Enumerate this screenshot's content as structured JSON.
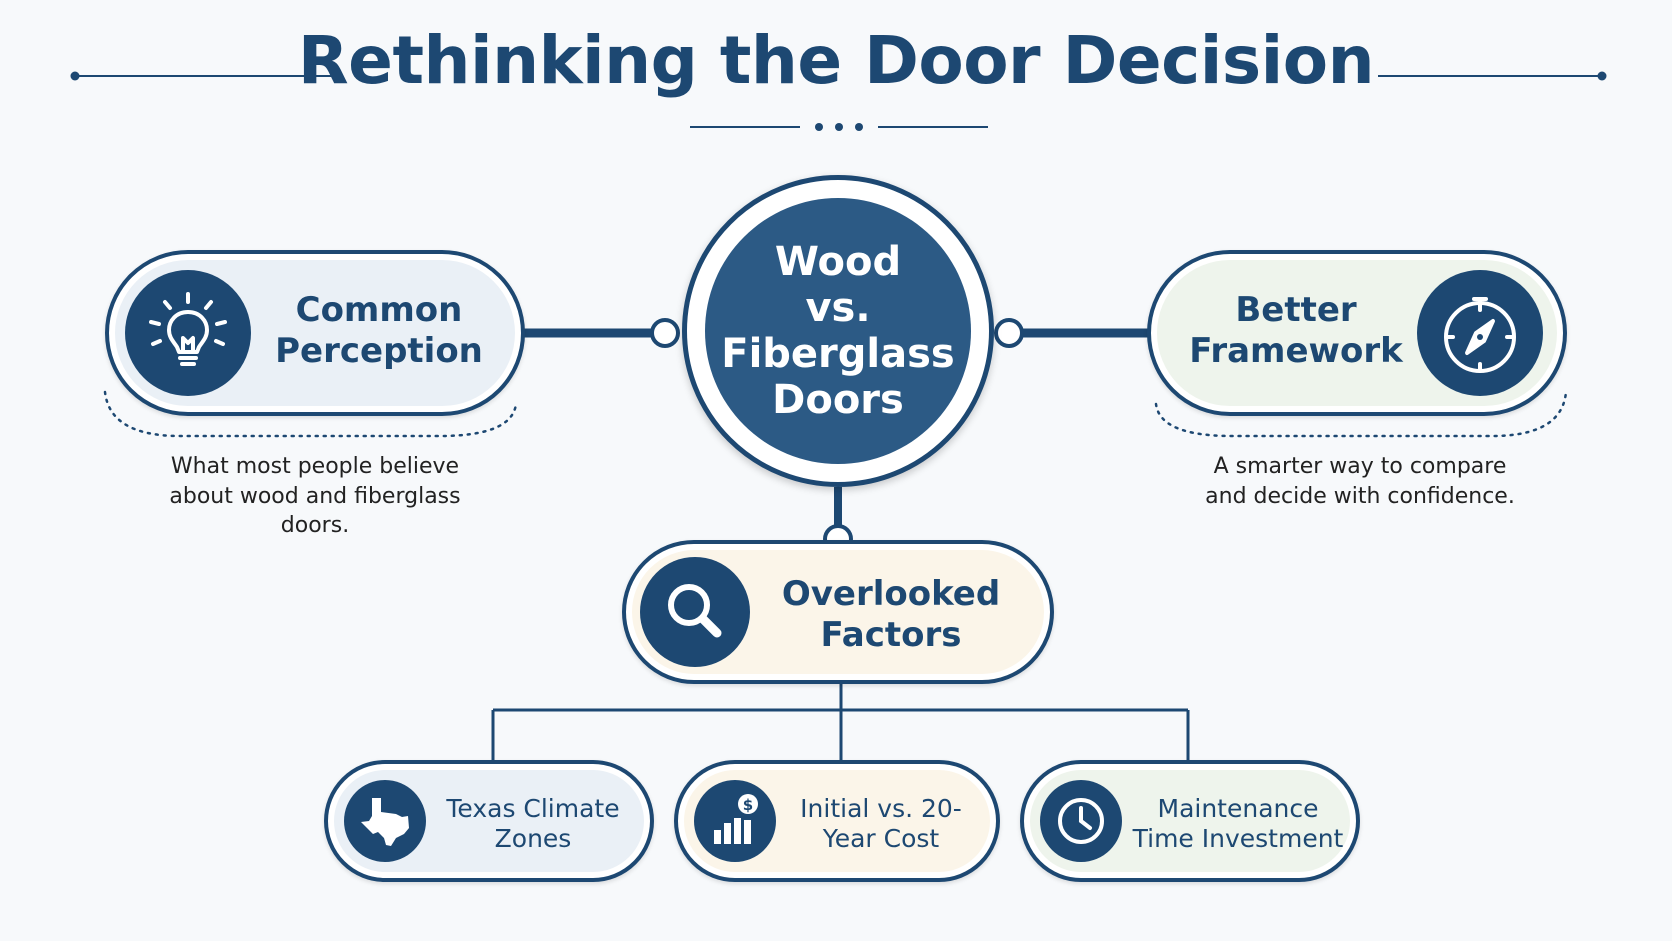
{
  "title": "Rethinking the Door Decision",
  "center": {
    "label": "Wood\nvs.\nFiberglass\nDoors"
  },
  "left_node": {
    "label": "Common Perception",
    "description": "What most people believe about wood and fiberglass doors.",
    "icon": "lightbulb-icon"
  },
  "right_node": {
    "label": "Better Framework",
    "description": "A smarter way to compare and decide with confidence.",
    "icon": "compass-icon"
  },
  "bottom_node": {
    "label": "Overlooked Factors",
    "icon": "magnifier-icon"
  },
  "factors": [
    {
      "label": "Texas Climate Zones",
      "icon": "texas-map-icon"
    },
    {
      "label": "Initial vs. 20-Year Cost",
      "icon": "cost-chart-icon"
    },
    {
      "label": "Maintenance Time Investment",
      "icon": "clock-icon"
    }
  ],
  "colors": {
    "primary": "#1d4872",
    "center_fill": "#2c5a85",
    "left_fill": "#eaf0f6",
    "right_fill": "#eef4ec",
    "bottom_fill": "#fbf5e9",
    "background": "#f7f9fb"
  }
}
